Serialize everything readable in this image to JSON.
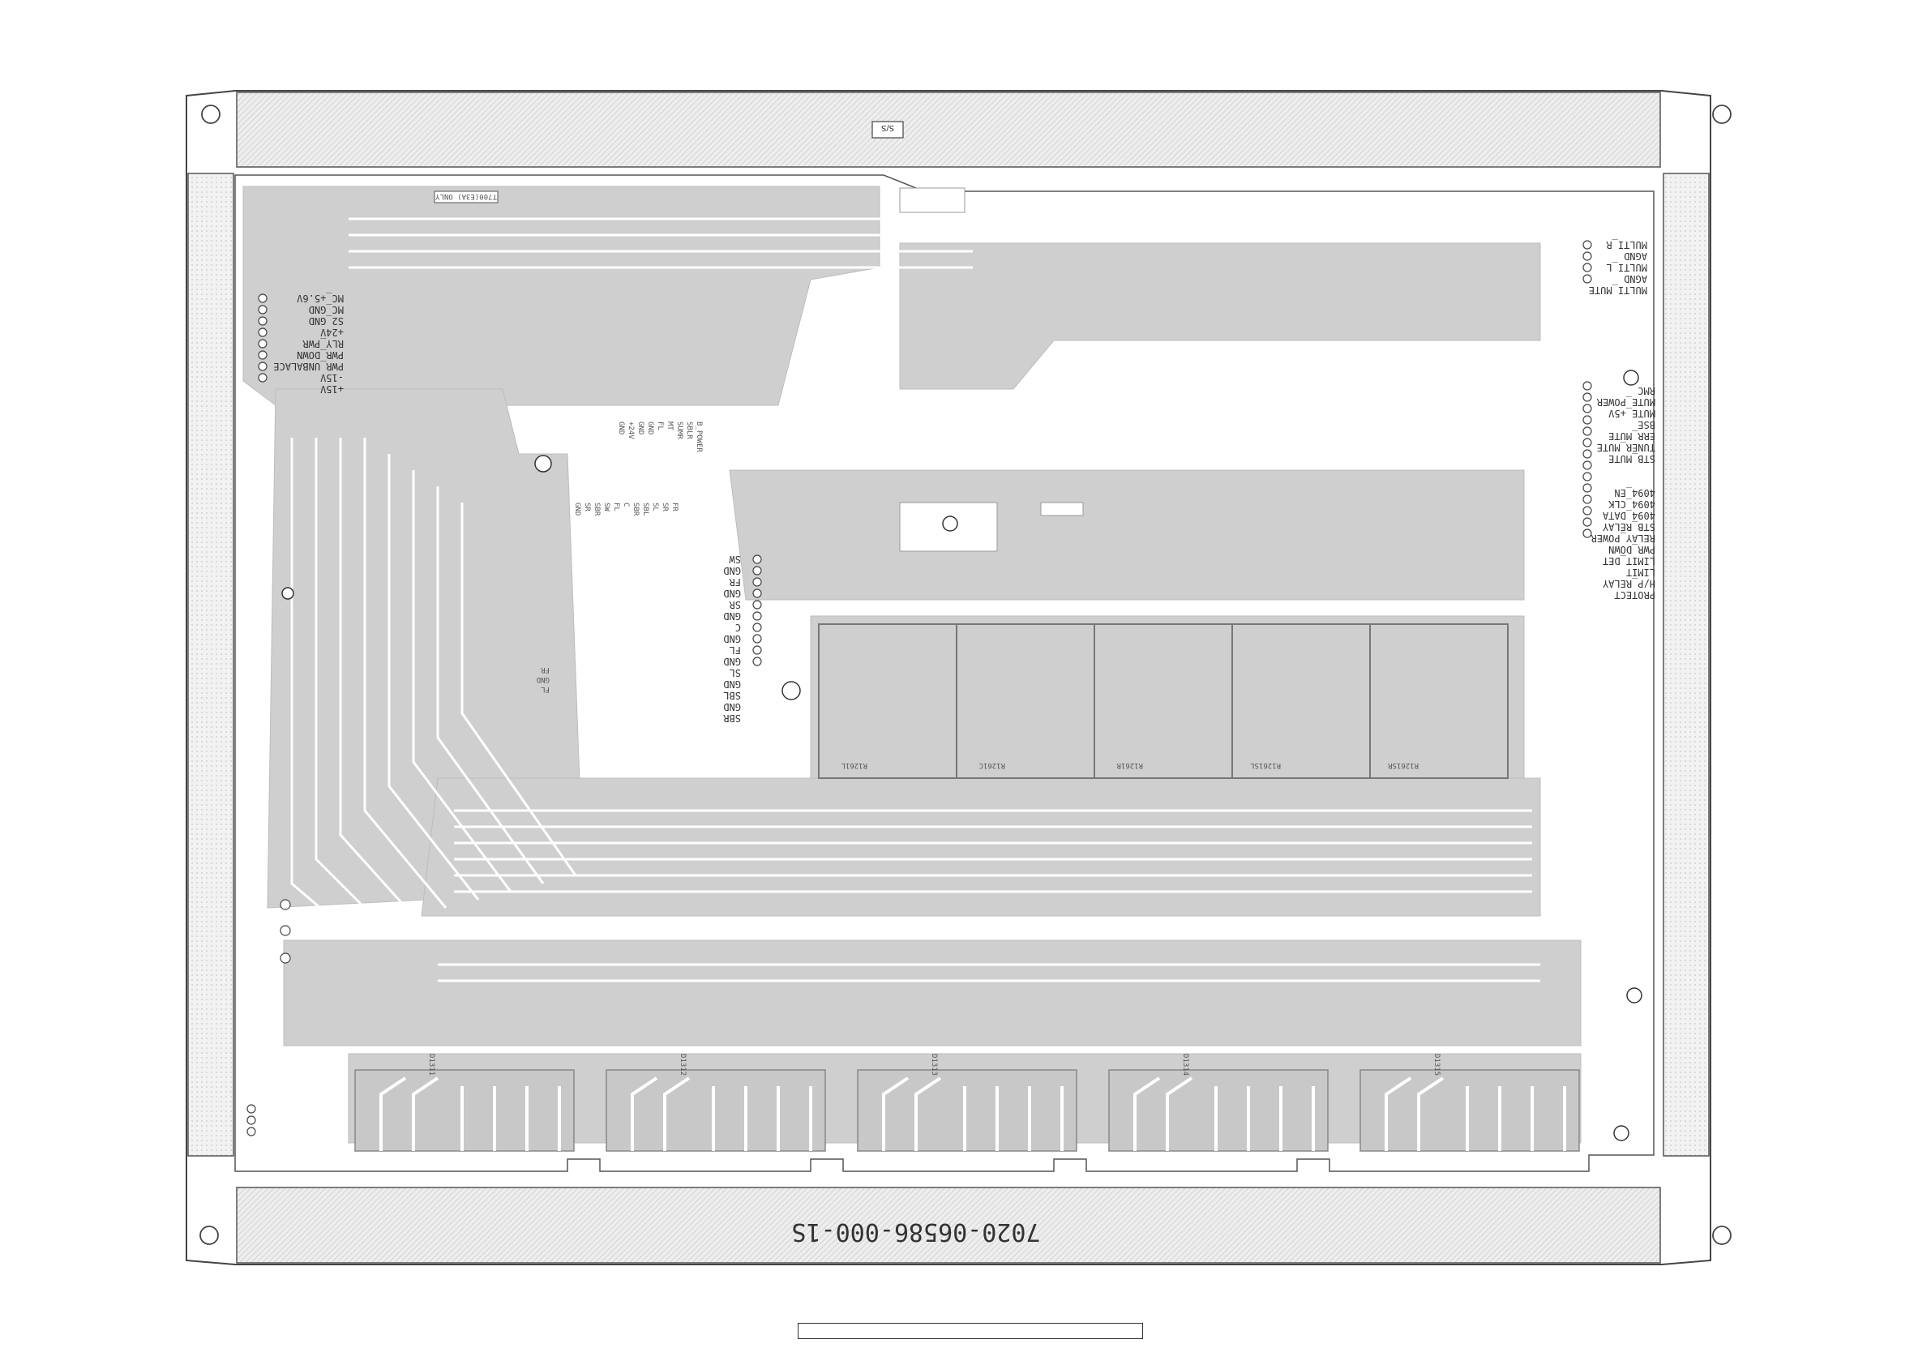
{
  "board": {
    "part_number": "7020-06586-000-1S",
    "silk_label": "S/S",
    "hatch_color": "#dcdcdc",
    "copper_color": "#cfcfcf",
    "outline_color": "#444444"
  },
  "labels": {
    "left_power": [
      "MC_+5.6V",
      "MC_GND",
      "S2_GND",
      "+24V",
      "RLY_PWR",
      "PWR_DOWN",
      "PWR_UNBALACE",
      "-15V",
      "+15V"
    ],
    "top_right": [
      "MULTI_R",
      "AGND",
      "MULTI_L",
      "AGND",
      "MULTI_MUTE"
    ],
    "right_top": [
      "RMC",
      "MUTE_POWER",
      "MUTE_+5V",
      "BSE",
      "ERR_MUTE",
      "TUNER_MUTE",
      "STB_MUTE"
    ],
    "right_mid": [
      "4094_EN",
      "4094_CLK",
      "4094_DATA",
      "STB_RELAY",
      "RELAY_POWER",
      "PWR_DOWN",
      "LIMIT_DET",
      "LIMIT",
      "H/P_RELAY",
      "PROTECT"
    ],
    "center_channels": [
      "SW",
      "GND",
      "FR",
      "GND",
      "SR",
      "GND",
      "C",
      "GND",
      "FL",
      "GND",
      "SL",
      "GND",
      "SBL",
      "GND",
      "SBR"
    ],
    "top_center": [
      "B_POWER",
      "SBLR",
      "SUMR",
      "MT",
      "FL",
      "GND",
      "GND",
      "+24V",
      "GND"
    ],
    "upper_mid": [
      "FR",
      "SR",
      "SL",
      "SBL",
      "SBR",
      "C",
      "FL",
      "SW",
      "SBR",
      "SR",
      "GND"
    ],
    "left_mid": [
      "FR",
      "GND",
      "FL"
    ],
    "only_note": "T700(E3A) ONLY",
    "amp_refs": [
      "R1261L",
      "R1261C",
      "R1261R",
      "R1261SL",
      "R1261SR"
    ],
    "bottom_refs": [
      "D1311",
      "D1312",
      "D1313",
      "D1314",
      "D1315"
    ]
  }
}
